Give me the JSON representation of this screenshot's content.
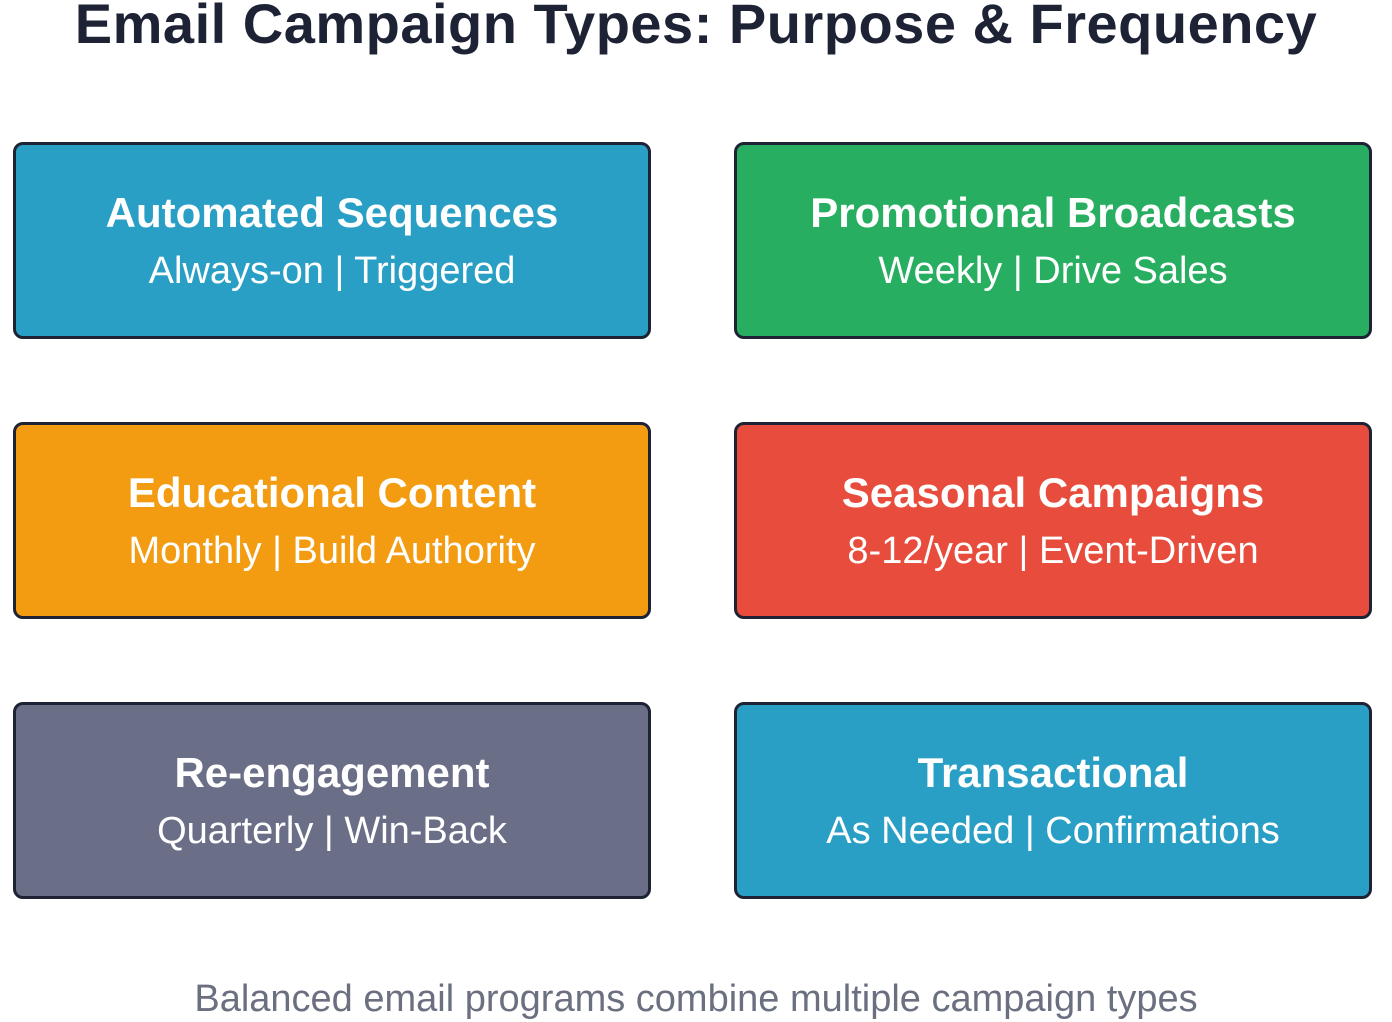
{
  "title": "Email Campaign Types: Purpose & Frequency",
  "cards": [
    {
      "name": "Automated Sequences",
      "detail": "Always-on | Triggered",
      "color": "#2a9fc5"
    },
    {
      "name": "Promotional Broadcasts",
      "detail": "Weekly | Drive Sales",
      "color": "#27ae60"
    },
    {
      "name": "Educational Content",
      "detail": "Monthly | Build Authority",
      "color": "#f39c12"
    },
    {
      "name": "Seasonal Campaigns",
      "detail": "8-12/year | Event-Driven",
      "color": "#e74c3c"
    },
    {
      "name": "Re-engagement",
      "detail": "Quarterly | Win-Back",
      "color": "#6b6e87"
    },
    {
      "name": "Transactional",
      "detail": "As Needed | Confirmations",
      "color": "#2a9fc5"
    }
  ],
  "footer": "Balanced email programs combine multiple campaign types",
  "border_color": "#1e2235"
}
